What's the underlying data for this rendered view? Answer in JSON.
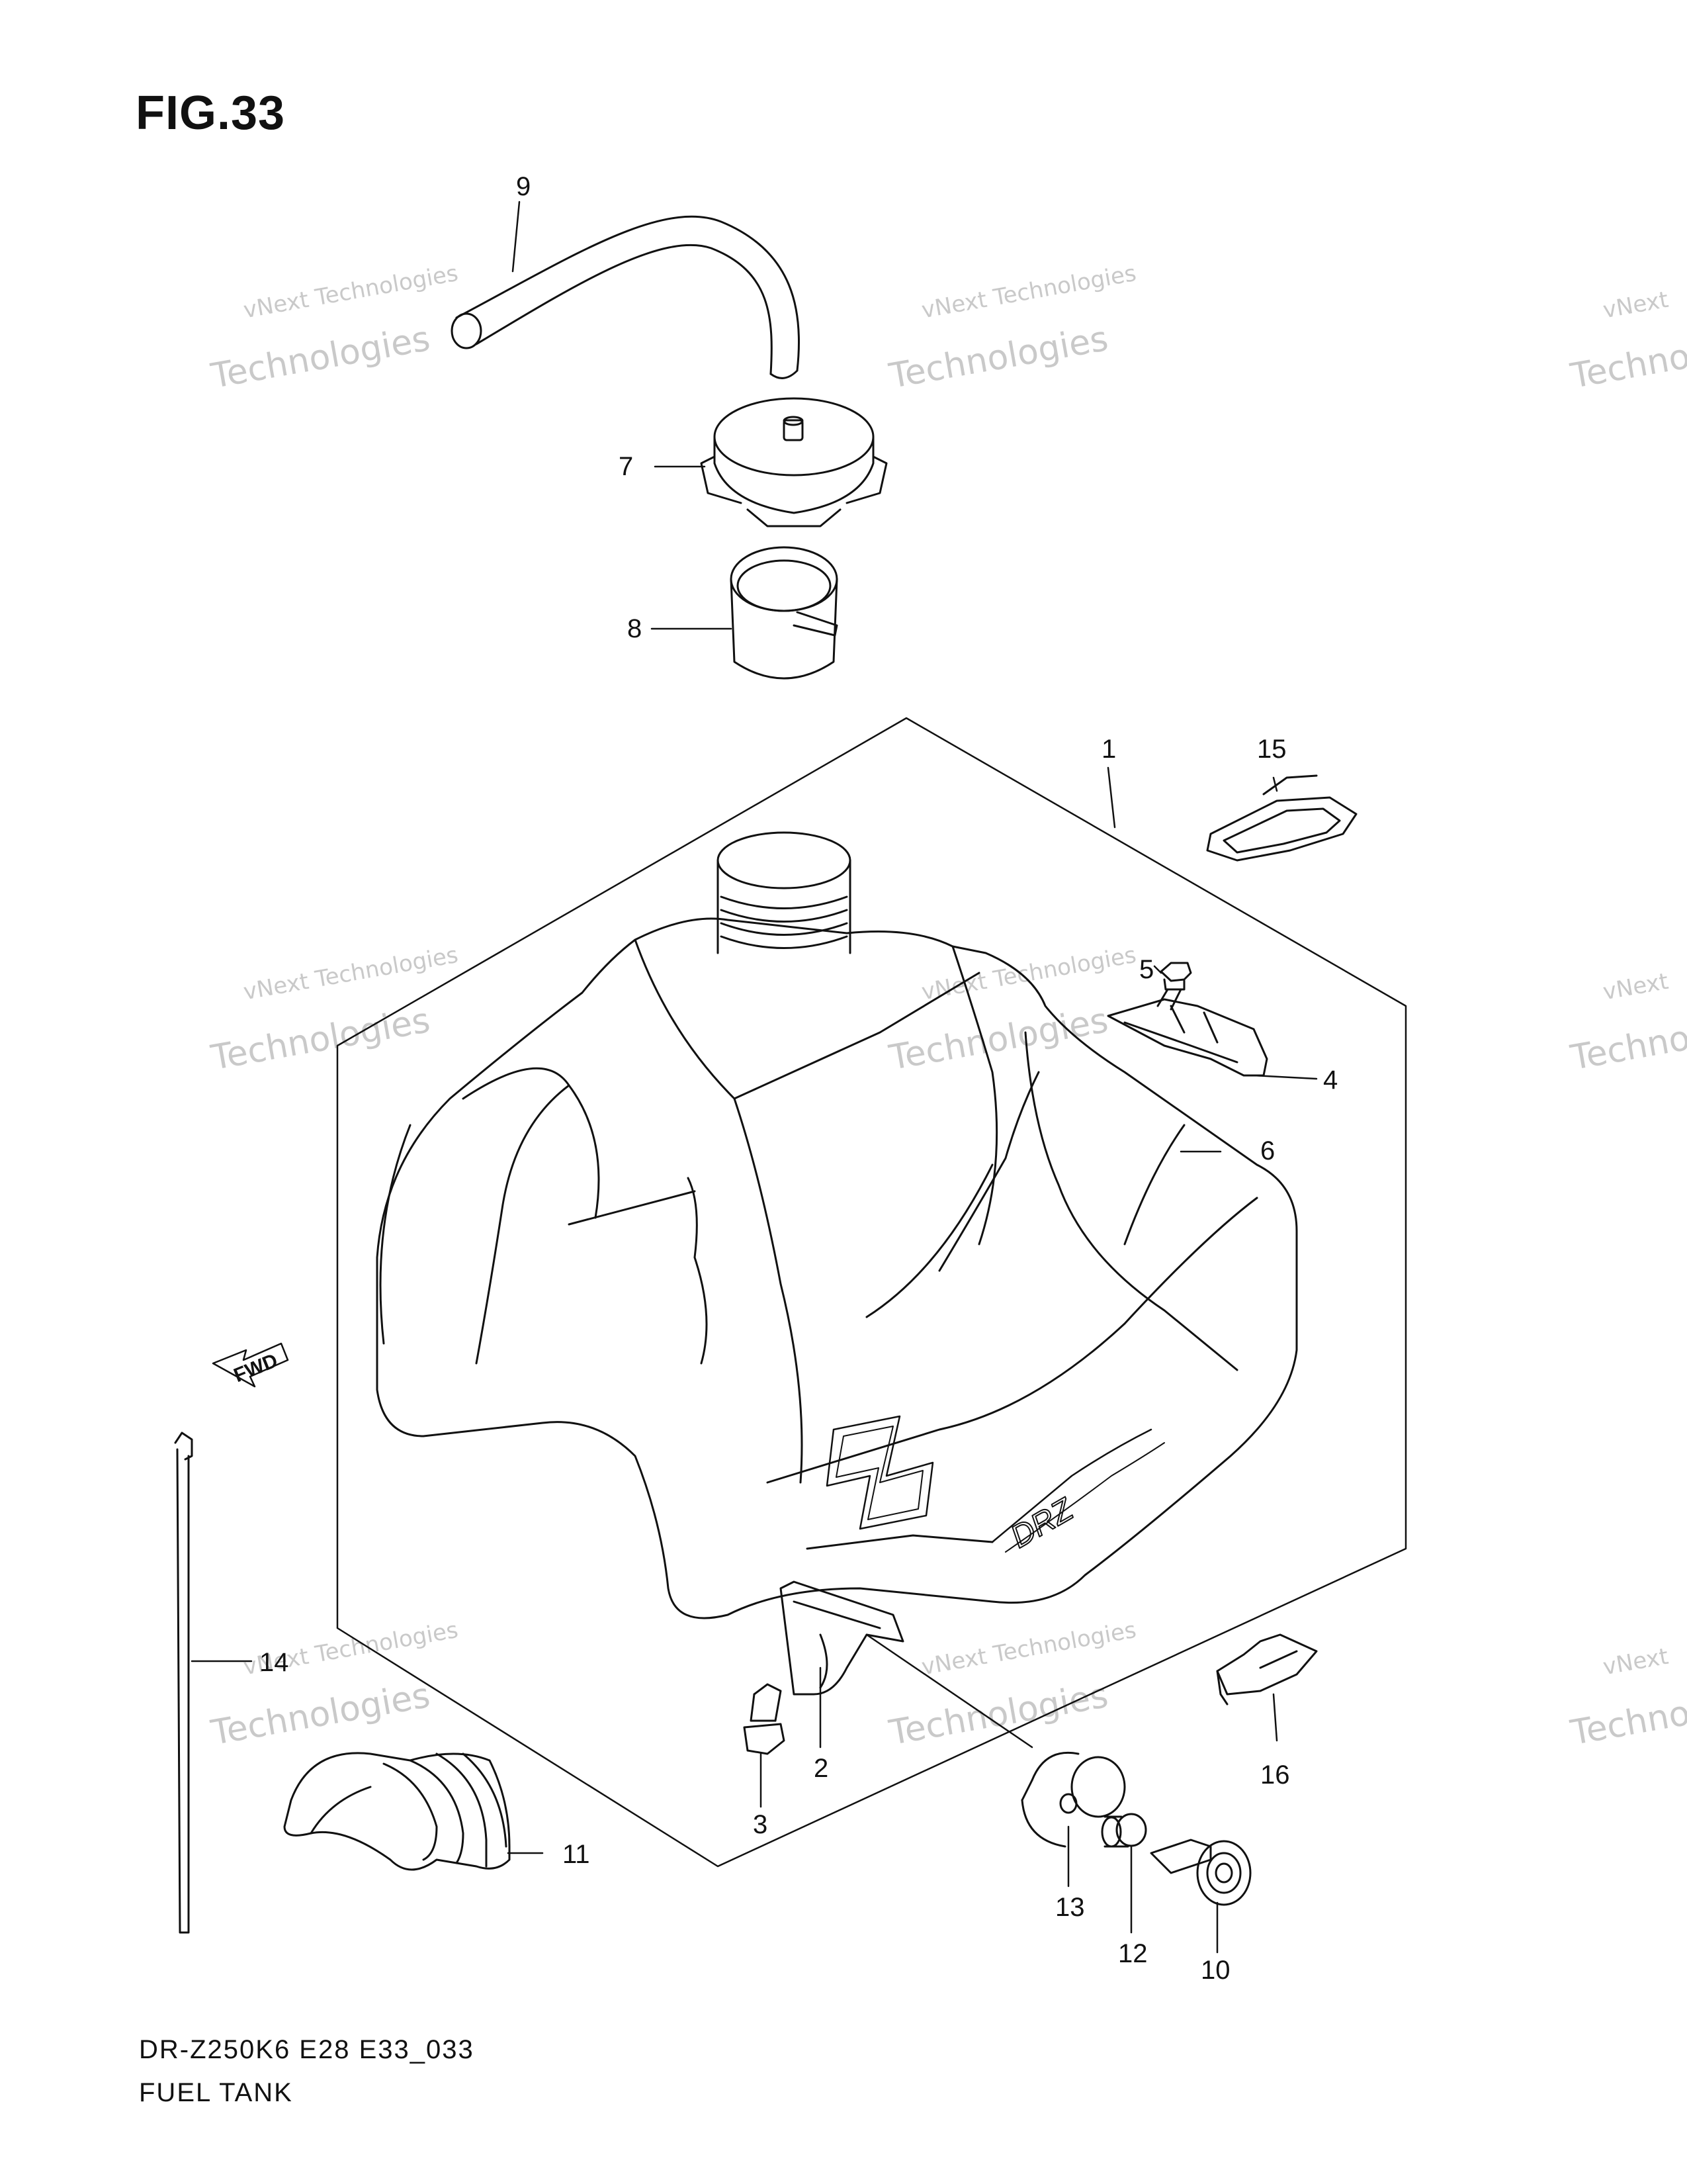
{
  "figure": {
    "title": "FIG.33"
  },
  "footer": {
    "code": "DR-Z250K6 E28 E33_033",
    "name": "FUEL TANK"
  },
  "arrow": {
    "label": "FWD"
  },
  "watermark": {
    "line1": "vNext Technologies",
    "line2": "Technologies",
    "small": "vNext"
  },
  "callouts": {
    "c1": "1",
    "c2": "2",
    "c3": "3",
    "c4": "4",
    "c5": "5",
    "c6": "6",
    "c7": "7",
    "c8": "8",
    "c9": "9",
    "c10": "10",
    "c11": "11",
    "c12": "12",
    "c13": "13",
    "c14": "14",
    "c15": "15",
    "c16": "16"
  },
  "colors": {
    "line": "#111111",
    "watermark": "#c9c9c9",
    "background": "#ffffff"
  }
}
